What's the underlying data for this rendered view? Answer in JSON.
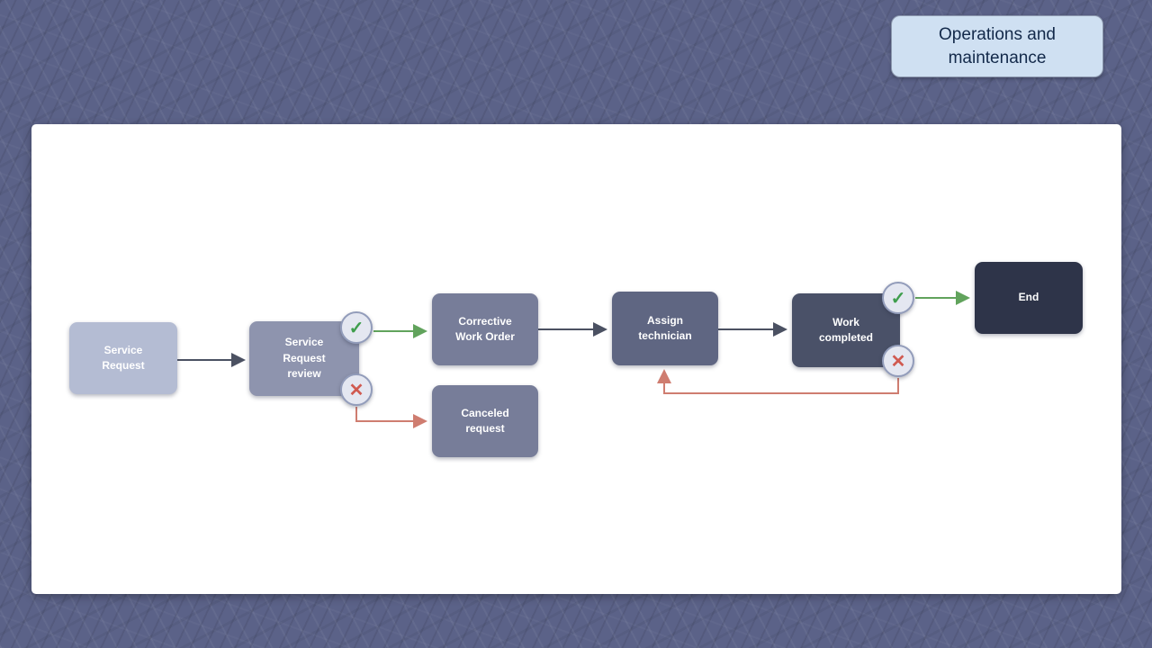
{
  "slide": {
    "badge": {
      "label": "Operations and maintenance"
    }
  },
  "colors": {
    "background": "#5b6288",
    "panel": "#ffffff",
    "badge_bg": "#cfe0f2",
    "badge_text": "#13294a",
    "arrow_dark": "#4b5162",
    "arrow_green": "#61a35c",
    "arrow_red": "#cf7d70",
    "check_green": "#3f9e4d",
    "cross_red": "#d05a50",
    "node_service_request": "#b4bcd3",
    "node_service_request_review": "#8e94ae",
    "node_corrective_work_order": "#777d99",
    "node_canceled_request": "#777d99",
    "node_assign_technician": "#5f6682",
    "node_work_completed": "#4a5168",
    "node_end": "#2e3449"
  },
  "icons": {
    "check": "✓",
    "cross": "✕"
  },
  "flowchart": {
    "nodes": {
      "service_request": {
        "label": "Service Request"
      },
      "service_request_review": {
        "label": "Service Request review"
      },
      "corrective_work_order": {
        "label": "Corrective Work Order"
      },
      "canceled_request": {
        "label": "Canceled request"
      },
      "assign_technician": {
        "label": "Assign technician"
      },
      "work_completed": {
        "label": "Work completed"
      },
      "end": {
        "label": "End"
      }
    }
  }
}
